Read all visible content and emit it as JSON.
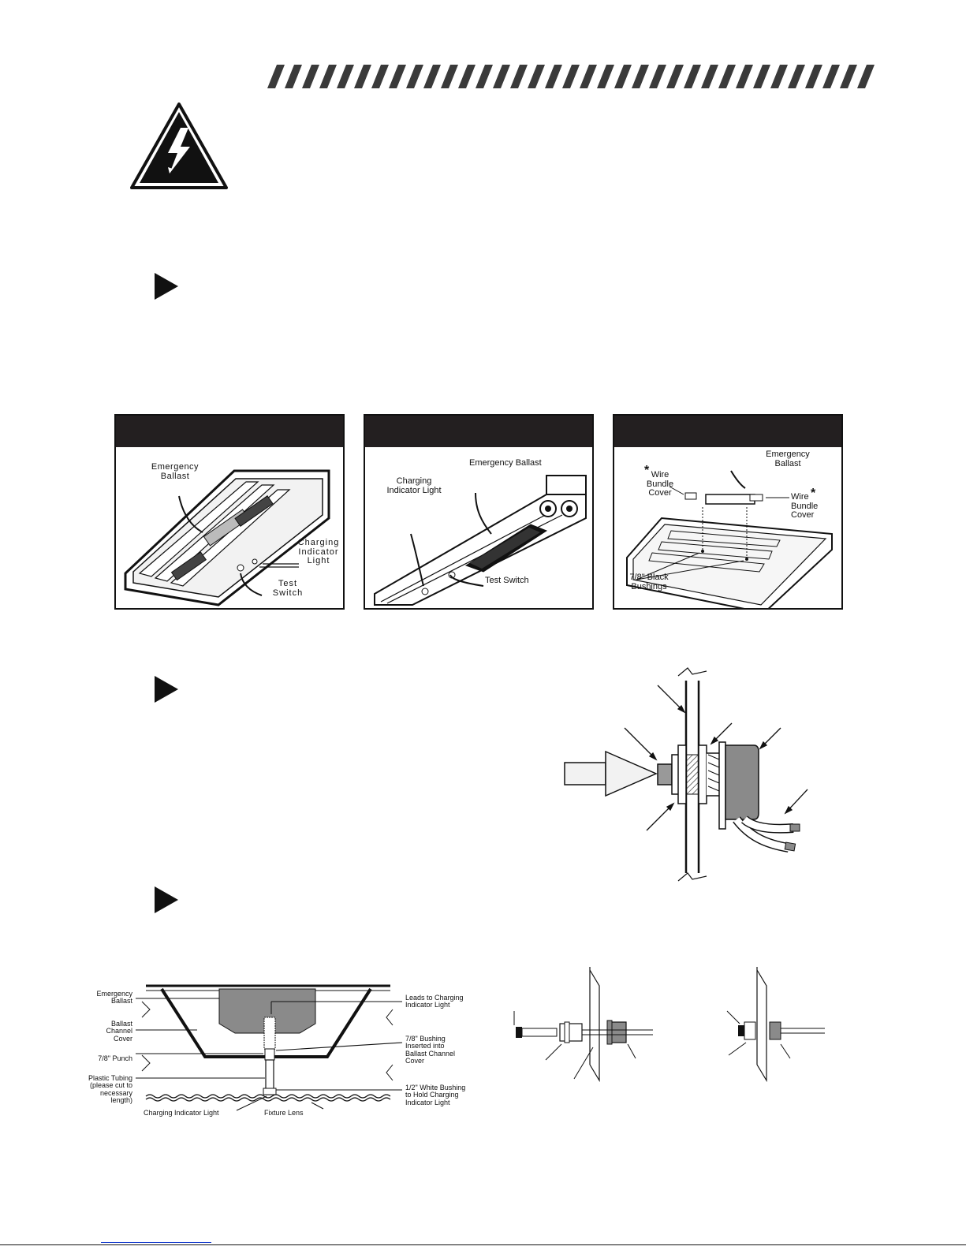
{
  "panels": [
    {
      "labels": {
        "ballast": "Emergency\nBallast",
        "indicator": "Charging\nIndicator\nLight",
        "switch": "Test\nSwitch"
      }
    },
    {
      "labels": {
        "ballast": "Emergency Ballast",
        "indicator": "Charging\nIndicator Light",
        "switch": "Test Switch"
      }
    },
    {
      "labels": {
        "ballast": "Emergency\nBallast",
        "cover_left": "Wire\nBundle\nCover",
        "cover_right": "Wire\nBundle\nCover",
        "asterisk": "*",
        "bushings": "7/8\" Black\nBushings"
      }
    }
  ],
  "section_diagram": {
    "labels": {
      "ballast": "Emergency\nBallast",
      "channel_cover": "Ballast\nChannel\nCover",
      "punch": "7/8\" Punch",
      "tubing": "Plastic Tubing\n(please cut to\nnecessary\nlength)",
      "indicator": "Charging Indicator Light",
      "lens": "Fixture Lens",
      "leads": "Leads to Charging\nIndicator Light",
      "bushing_78": "7/8\" Bushing\nInserted into\nBallast Channel\nCover",
      "bushing_12": "1/2\" White Bushing\nto Hold Charging\nIndicator Light"
    }
  },
  "colors": {
    "ink": "#111111",
    "panel_header": "#231f20",
    "stripe": "#3a3a3a",
    "ballast_fill": "#8a8a8a",
    "link": "#1a3fcc"
  }
}
